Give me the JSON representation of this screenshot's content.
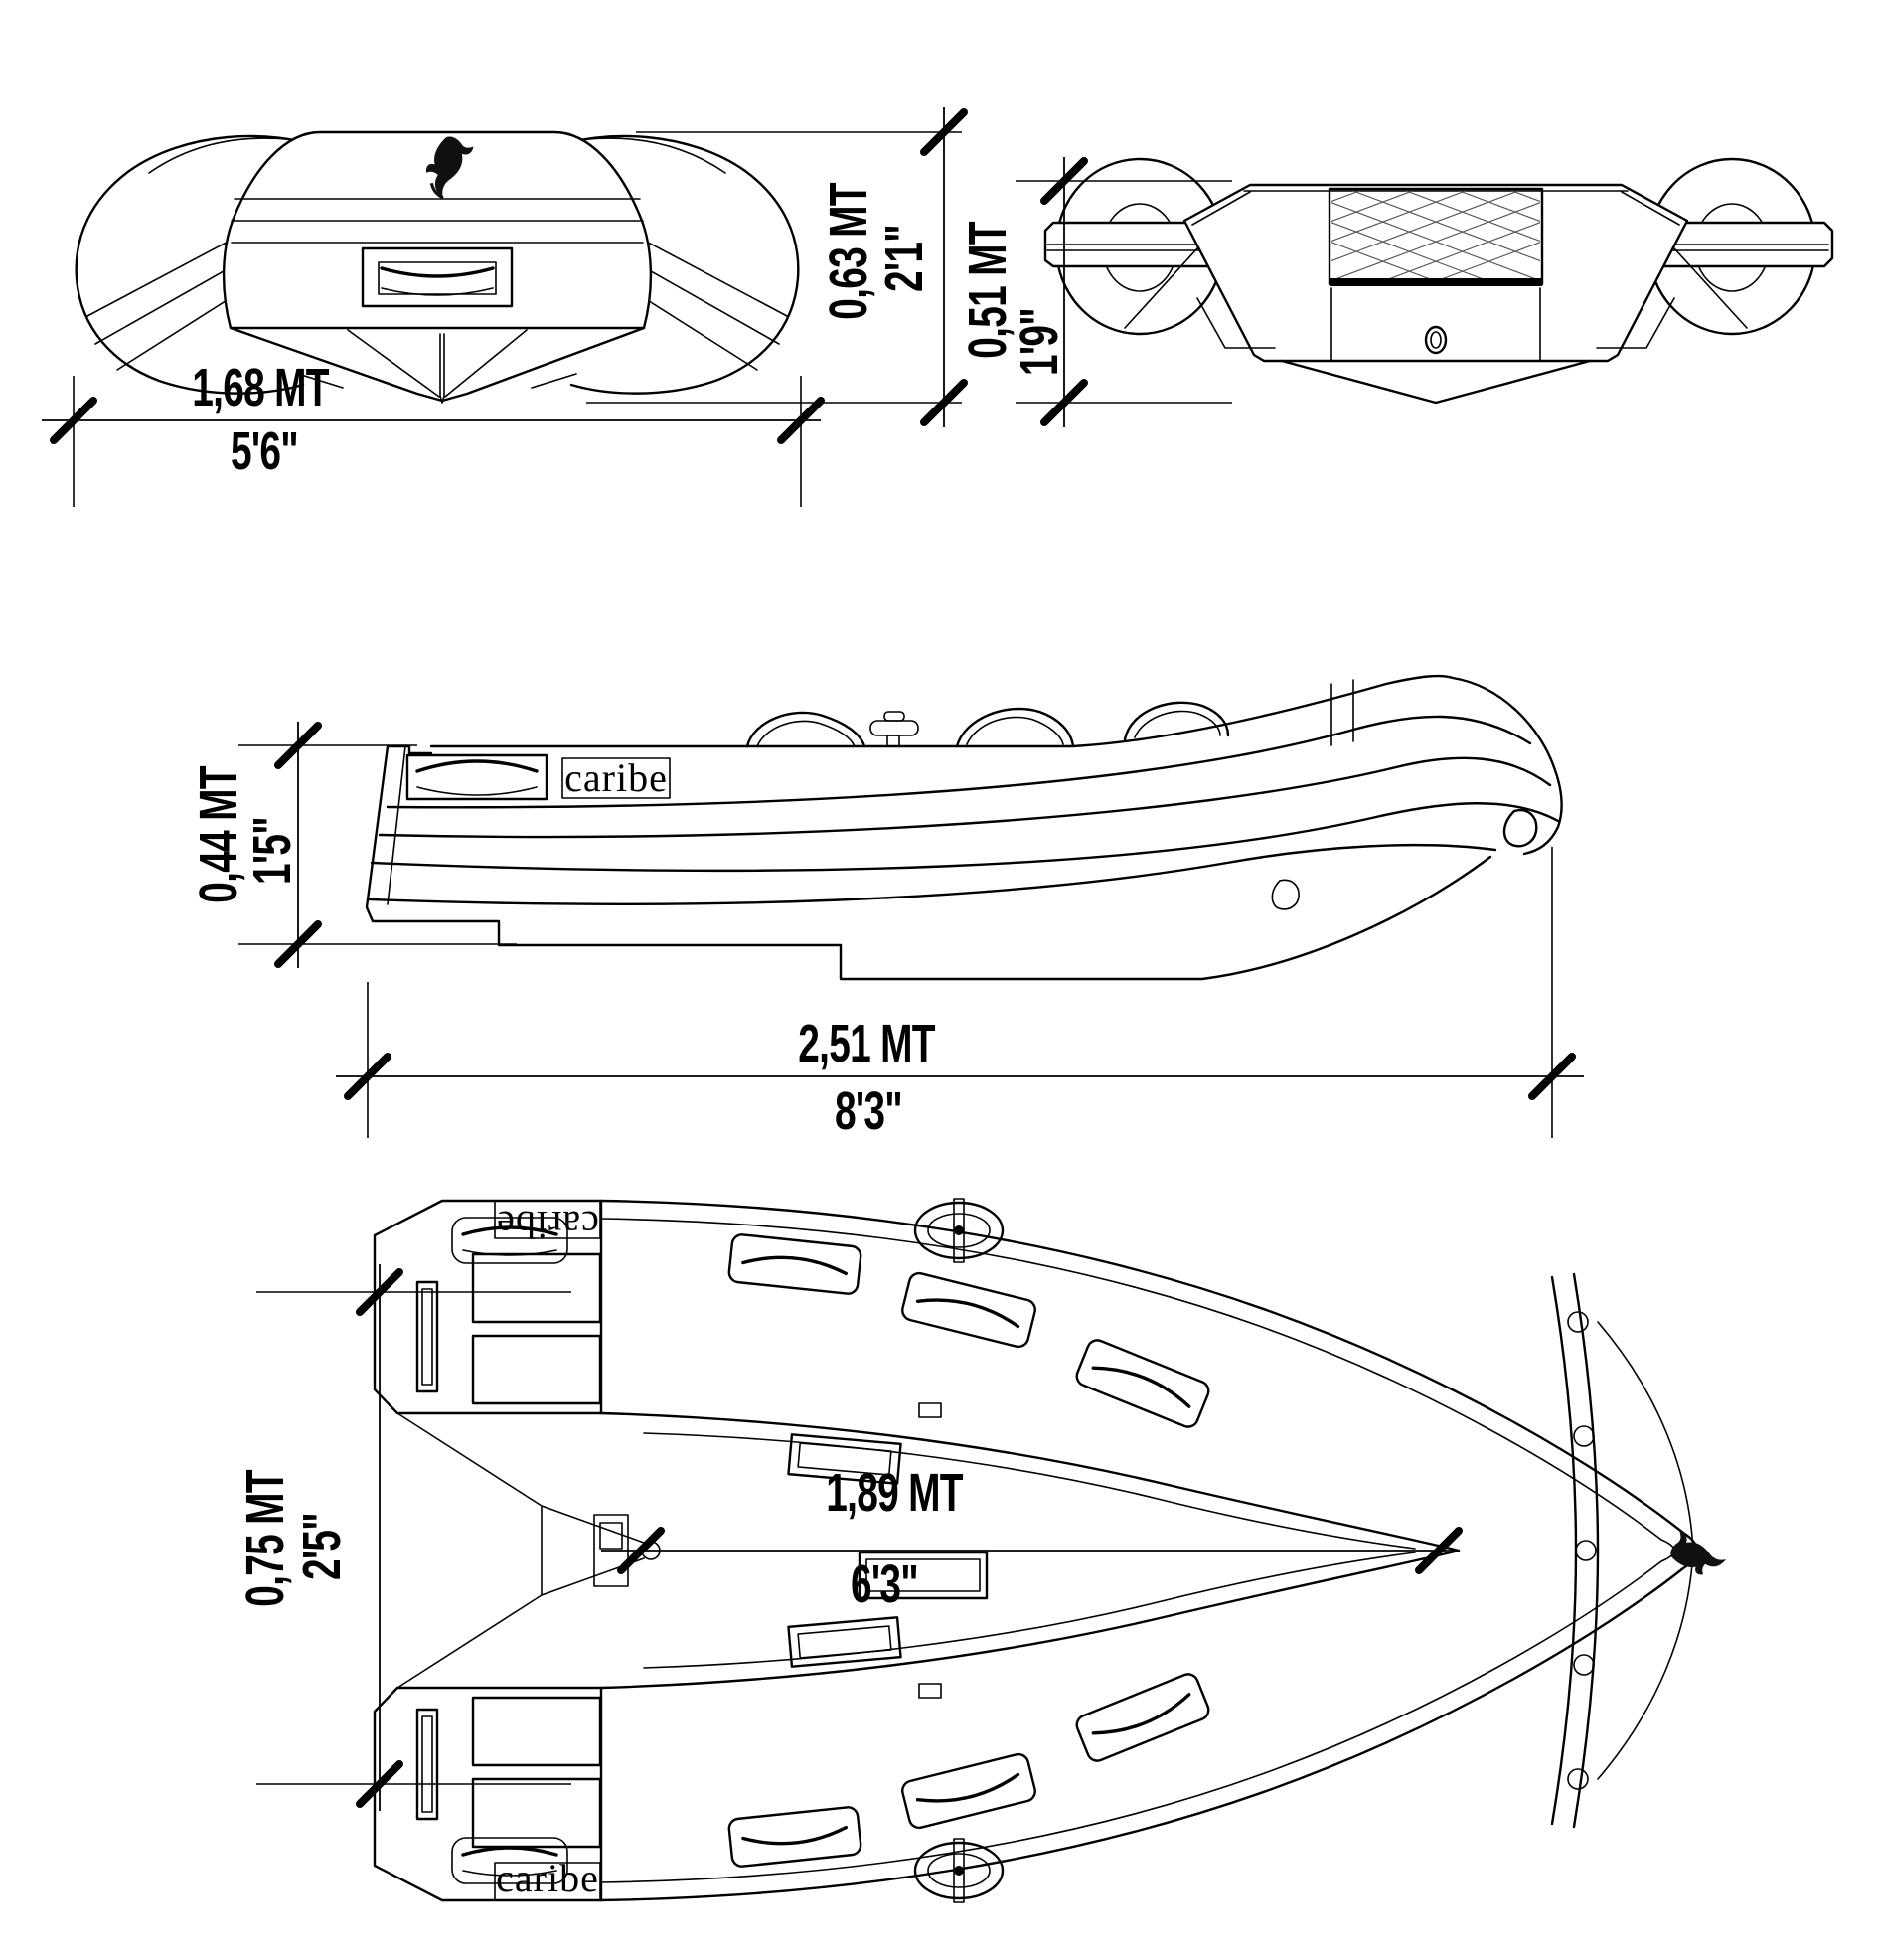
{
  "drawing": {
    "brand": "caribe",
    "colors": {
      "background": "#ffffff",
      "line": "#000000"
    },
    "views": {
      "bow_front_view": {
        "width_dim": {
          "metric": "1,68 MT",
          "imperial": "5'6\""
        },
        "height_dim": {
          "metric": "0,63 MT",
          "imperial": "2'1\""
        }
      },
      "stern_view": {
        "height_dim": {
          "metric": "0,51 MT",
          "imperial": "1'9\""
        }
      },
      "side_view": {
        "tube_height_dim": {
          "metric": "0,44 MT",
          "imperial": "1'5\""
        },
        "length_dim": {
          "metric": "2,51 MT",
          "imperial": "8'3\""
        },
        "brand_label": "caribe"
      },
      "top_view": {
        "interior_width_dim": {
          "metric": "0,75 MT",
          "imperial": "2'5\""
        },
        "interior_length_dim": {
          "metric": "1,89 MT",
          "imperial": "6'3\""
        },
        "brand_label_port": "caribe",
        "brand_label_starboard": "caribe"
      }
    }
  }
}
